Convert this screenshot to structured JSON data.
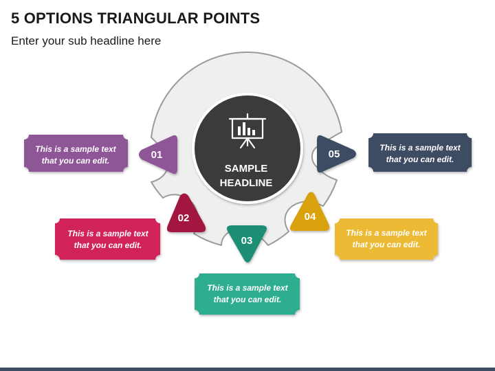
{
  "title": "5 OPTIONS TRIANGULAR POINTS",
  "subtitle": "Enter your sub headline here",
  "center": {
    "line1": "SAMPLE",
    "line2": "HEADLINE",
    "icon": "presentation-board-icon"
  },
  "options": [
    {
      "number": "01",
      "text_line1": "This is a sample text",
      "text_line2": "that you can edit.",
      "color": "#8E5597"
    },
    {
      "number": "02",
      "text_line1": "This is a sample text",
      "text_line2": "that you can edit.",
      "color": "#D1225A"
    },
    {
      "number": "03",
      "text_line1": "This is a sample text",
      "text_line2": "that you can edit.",
      "color": "#2EAE8E"
    },
    {
      "number": "04",
      "text_line1": "This is a sample text",
      "text_line2": "that you can edit.",
      "color": "#EDBA34"
    },
    {
      "number": "05",
      "text_line1": "This is a sample text",
      "text_line2": "that you can edit.",
      "color": "#3D4B63"
    }
  ],
  "colors": {
    "ring_fill": "#EFEFEF",
    "ring_stroke": "#9A9A9A",
    "center_fill": "#3B3B3B",
    "bottom_bar": "#3D4B63"
  }
}
